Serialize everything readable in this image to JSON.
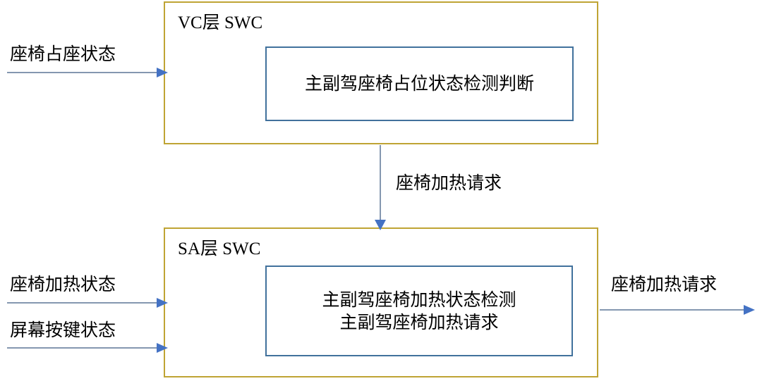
{
  "diagram": {
    "title_note": "VC/SA layer SWC seat heating signal flow",
    "colors": {
      "layer_border": "#BFA434",
      "component_border": "#41719C",
      "arrow_line": "#8497B0",
      "arrow_head": "#4472C4",
      "text": "#000000",
      "background": "#FFFFFF"
    },
    "layers": [
      {
        "id": "vc",
        "title": "VC层 SWC",
        "component": {
          "lines": [
            "主副驾座椅占位状态检测判断"
          ]
        }
      },
      {
        "id": "sa",
        "title": "SA层 SWC",
        "component": {
          "lines": [
            "主副驾座椅加热状态检测",
            "主副驾座椅加热请求"
          ]
        }
      }
    ],
    "signals": {
      "vc_inputs": [
        {
          "label": "座椅占座状态"
        }
      ],
      "sa_inputs": [
        {
          "label": "座椅加热状态"
        },
        {
          "label": "屏幕按键状态"
        }
      ],
      "vc_to_sa": {
        "label": "座椅加热请求"
      },
      "sa_outputs": [
        {
          "label": "座椅加热请求"
        }
      ]
    }
  }
}
